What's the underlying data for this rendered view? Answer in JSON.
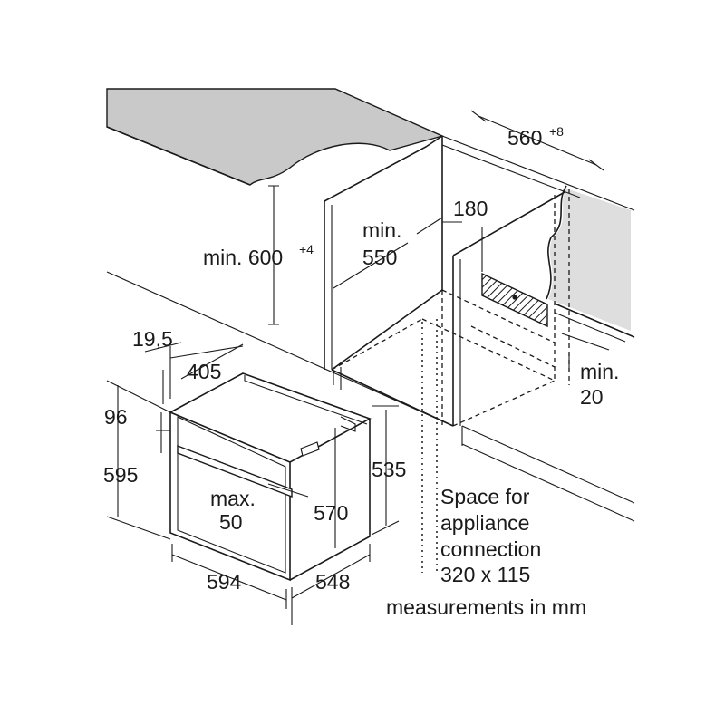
{
  "dimensions": {
    "cabinet_width": "560",
    "cabinet_width_tol": "+8",
    "min_height": "min. 600",
    "min_height_tol": "+4",
    "min_depth_line1": "min.",
    "min_depth_line2": "550",
    "vent_depth": "180",
    "side_gap_line1": "min.",
    "side_gap_line2": "20",
    "front_offset": "19,5",
    "panel_depth": "405",
    "top_offset": "96",
    "oven_height": "595",
    "inner_height": "535",
    "max_line1": "max.",
    "max_line2": "50",
    "body_height": "570",
    "oven_width": "594",
    "oven_depth": "548"
  },
  "notes": {
    "connection_line1": "Space for",
    "connection_line2": "appliance",
    "connection_line3": "connection",
    "connection_line4": "320 x 115",
    "units": "measurements in mm"
  },
  "colors": {
    "line": "#1a1a1a",
    "worktop_fill": "#c9c9c9",
    "wall_fill": "#dedede",
    "vent_fill": "#8a8a8a"
  }
}
